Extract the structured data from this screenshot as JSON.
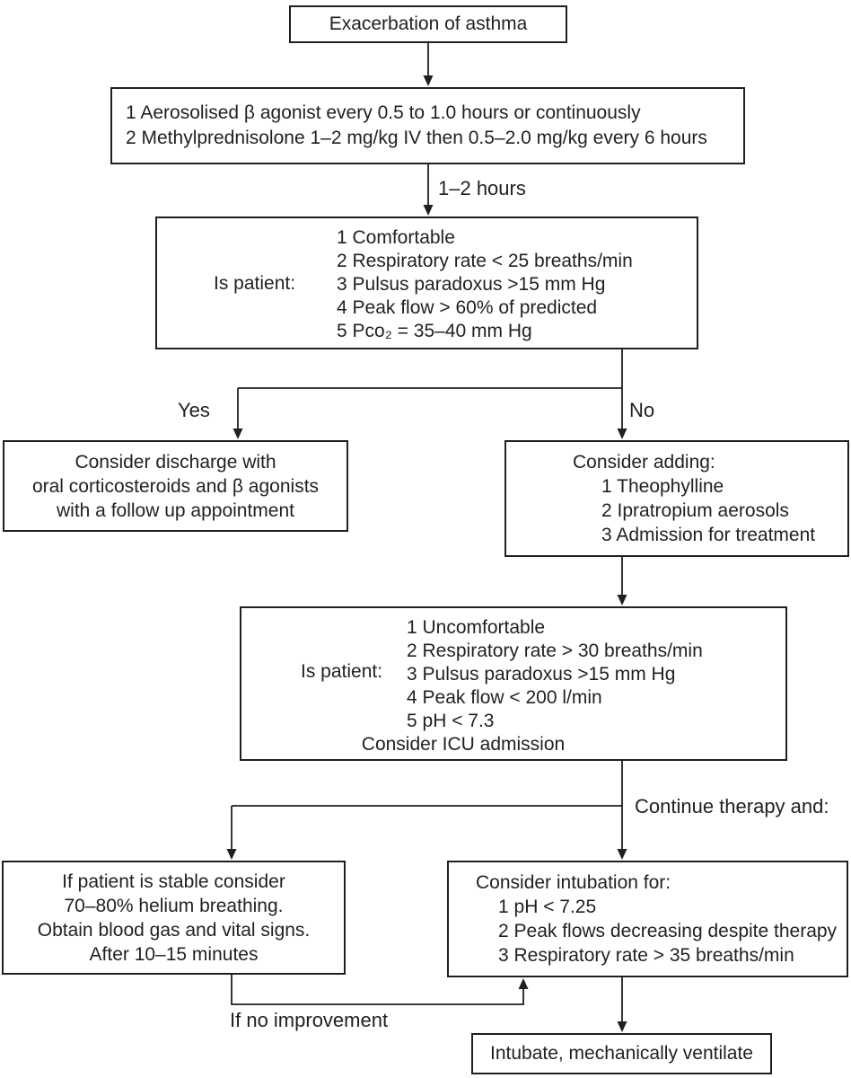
{
  "colors": {
    "ink": "#231f20",
    "box_background": "#ffffff",
    "page_background": "#ffffff"
  },
  "boxes": {
    "start": {
      "text": "Exacerbation of asthma"
    },
    "initial_treatment": {
      "lines": [
        "1 Aerosolised β agonist every 0.5 to 1.0 hours or continuously",
        "2 Methylprednisolone 1–2 mg/kg IV then 0.5–2.0 mg/kg every 6 hours"
      ]
    },
    "assessment1": {
      "label": "Is patient:",
      "items": [
        "1 Comfortable",
        "2 Respiratory rate < 25 breaths/min",
        "3 Pulsus paradoxus >15 mm Hg",
        "4 Peak flow > 60% of predicted",
        "5 Pco₂ = 35–40 mm Hg"
      ]
    },
    "discharge": {
      "lines": [
        "Consider discharge with",
        "oral corticosteroids and β agonists",
        "with a follow up appointment"
      ]
    },
    "consider_adding": {
      "heading": "Consider adding:",
      "items": [
        "1 Theophylline",
        "2 Ipratropium aerosols",
        "3 Admission for treatment"
      ]
    },
    "assessment2": {
      "label": "Is patient:",
      "items": [
        "1 Uncomfortable",
        "2 Respiratory rate > 30 breaths/min",
        "3 Pulsus paradoxus >15 mm Hg",
        "4 Peak flow < 200 l/min",
        "5 pH < 7.3"
      ],
      "footer": "Consider ICU admission"
    },
    "helium": {
      "lines": [
        "If patient is stable consider",
        "70–80% helium breathing.",
        "Obtain blood gas and vital signs.",
        "After 10–15 minutes"
      ]
    },
    "intubation_criteria": {
      "heading": "Consider intubation for:",
      "items": [
        "1 pH < 7.25",
        "2 Peak flows decreasing despite therapy",
        "3 Respiratory rate > 35 breaths/min"
      ]
    },
    "intubate": {
      "text": "Intubate, mechanically ventilate"
    }
  },
  "edge_labels": {
    "after_treatment": "1–2 hours",
    "yes": "Yes",
    "no": "No",
    "continue_therapy": "Continue therapy and:",
    "no_improvement": "If no improvement"
  }
}
